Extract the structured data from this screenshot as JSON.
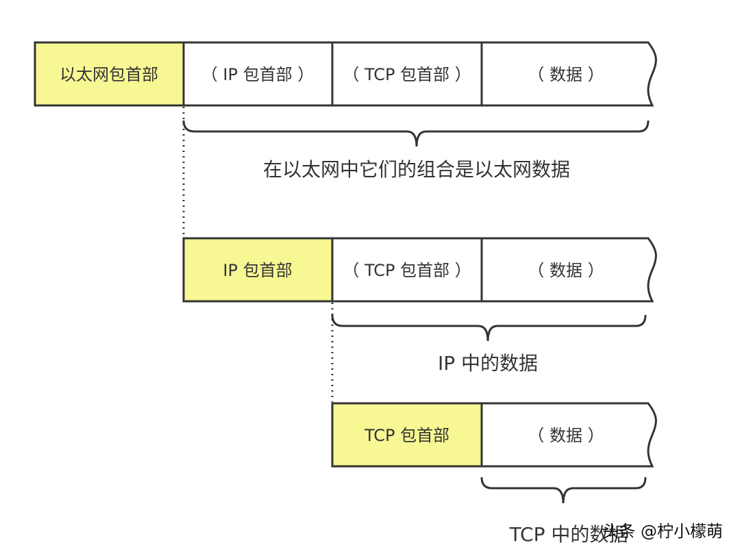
{
  "row1": {
    "header": "以太网包首部",
    "cells": [
      "（ IP 包首部 ）",
      "（ TCP 包首部 ）",
      "（ 数据 ）"
    ],
    "caption": "在以太网中它们的组合是以太网数据"
  },
  "row2": {
    "header": "IP 包首部",
    "cells": [
      "（ TCP 包首部 ）",
      "（ 数据 ）"
    ],
    "caption": "IP 中的数据"
  },
  "row3": {
    "header": "TCP 包首部",
    "cells": [
      "（ 数据 ）"
    ],
    "caption": "TCP 中的数据"
  },
  "watermark": "头条 @柠小檬萌",
  "colors": {
    "header_fill": "#f7f793",
    "line": "#333333",
    "background": "#ffffff"
  }
}
